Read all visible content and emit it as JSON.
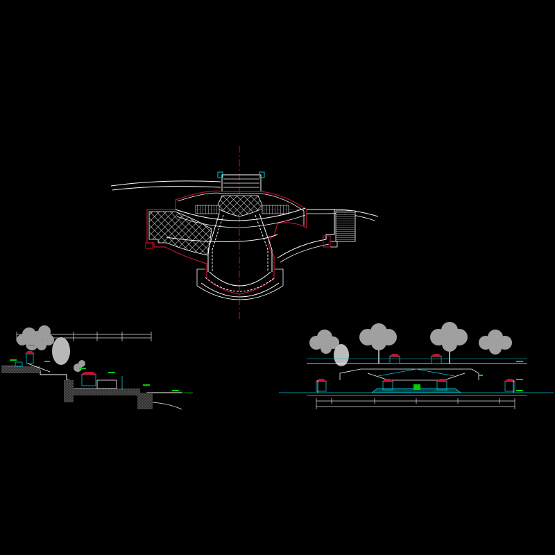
{
  "drawing": {
    "background": "#000000",
    "colors": {
      "line": "#ffffff",
      "accent_red": "#c8102e",
      "cyan": "#00c8d8",
      "green": "#00d000",
      "tree": "#a8a8a8",
      "dim_line": "#e0e0e0"
    },
    "views": [
      {
        "name": "plan-view"
      },
      {
        "name": "section-view"
      },
      {
        "name": "elevation-view"
      }
    ]
  }
}
